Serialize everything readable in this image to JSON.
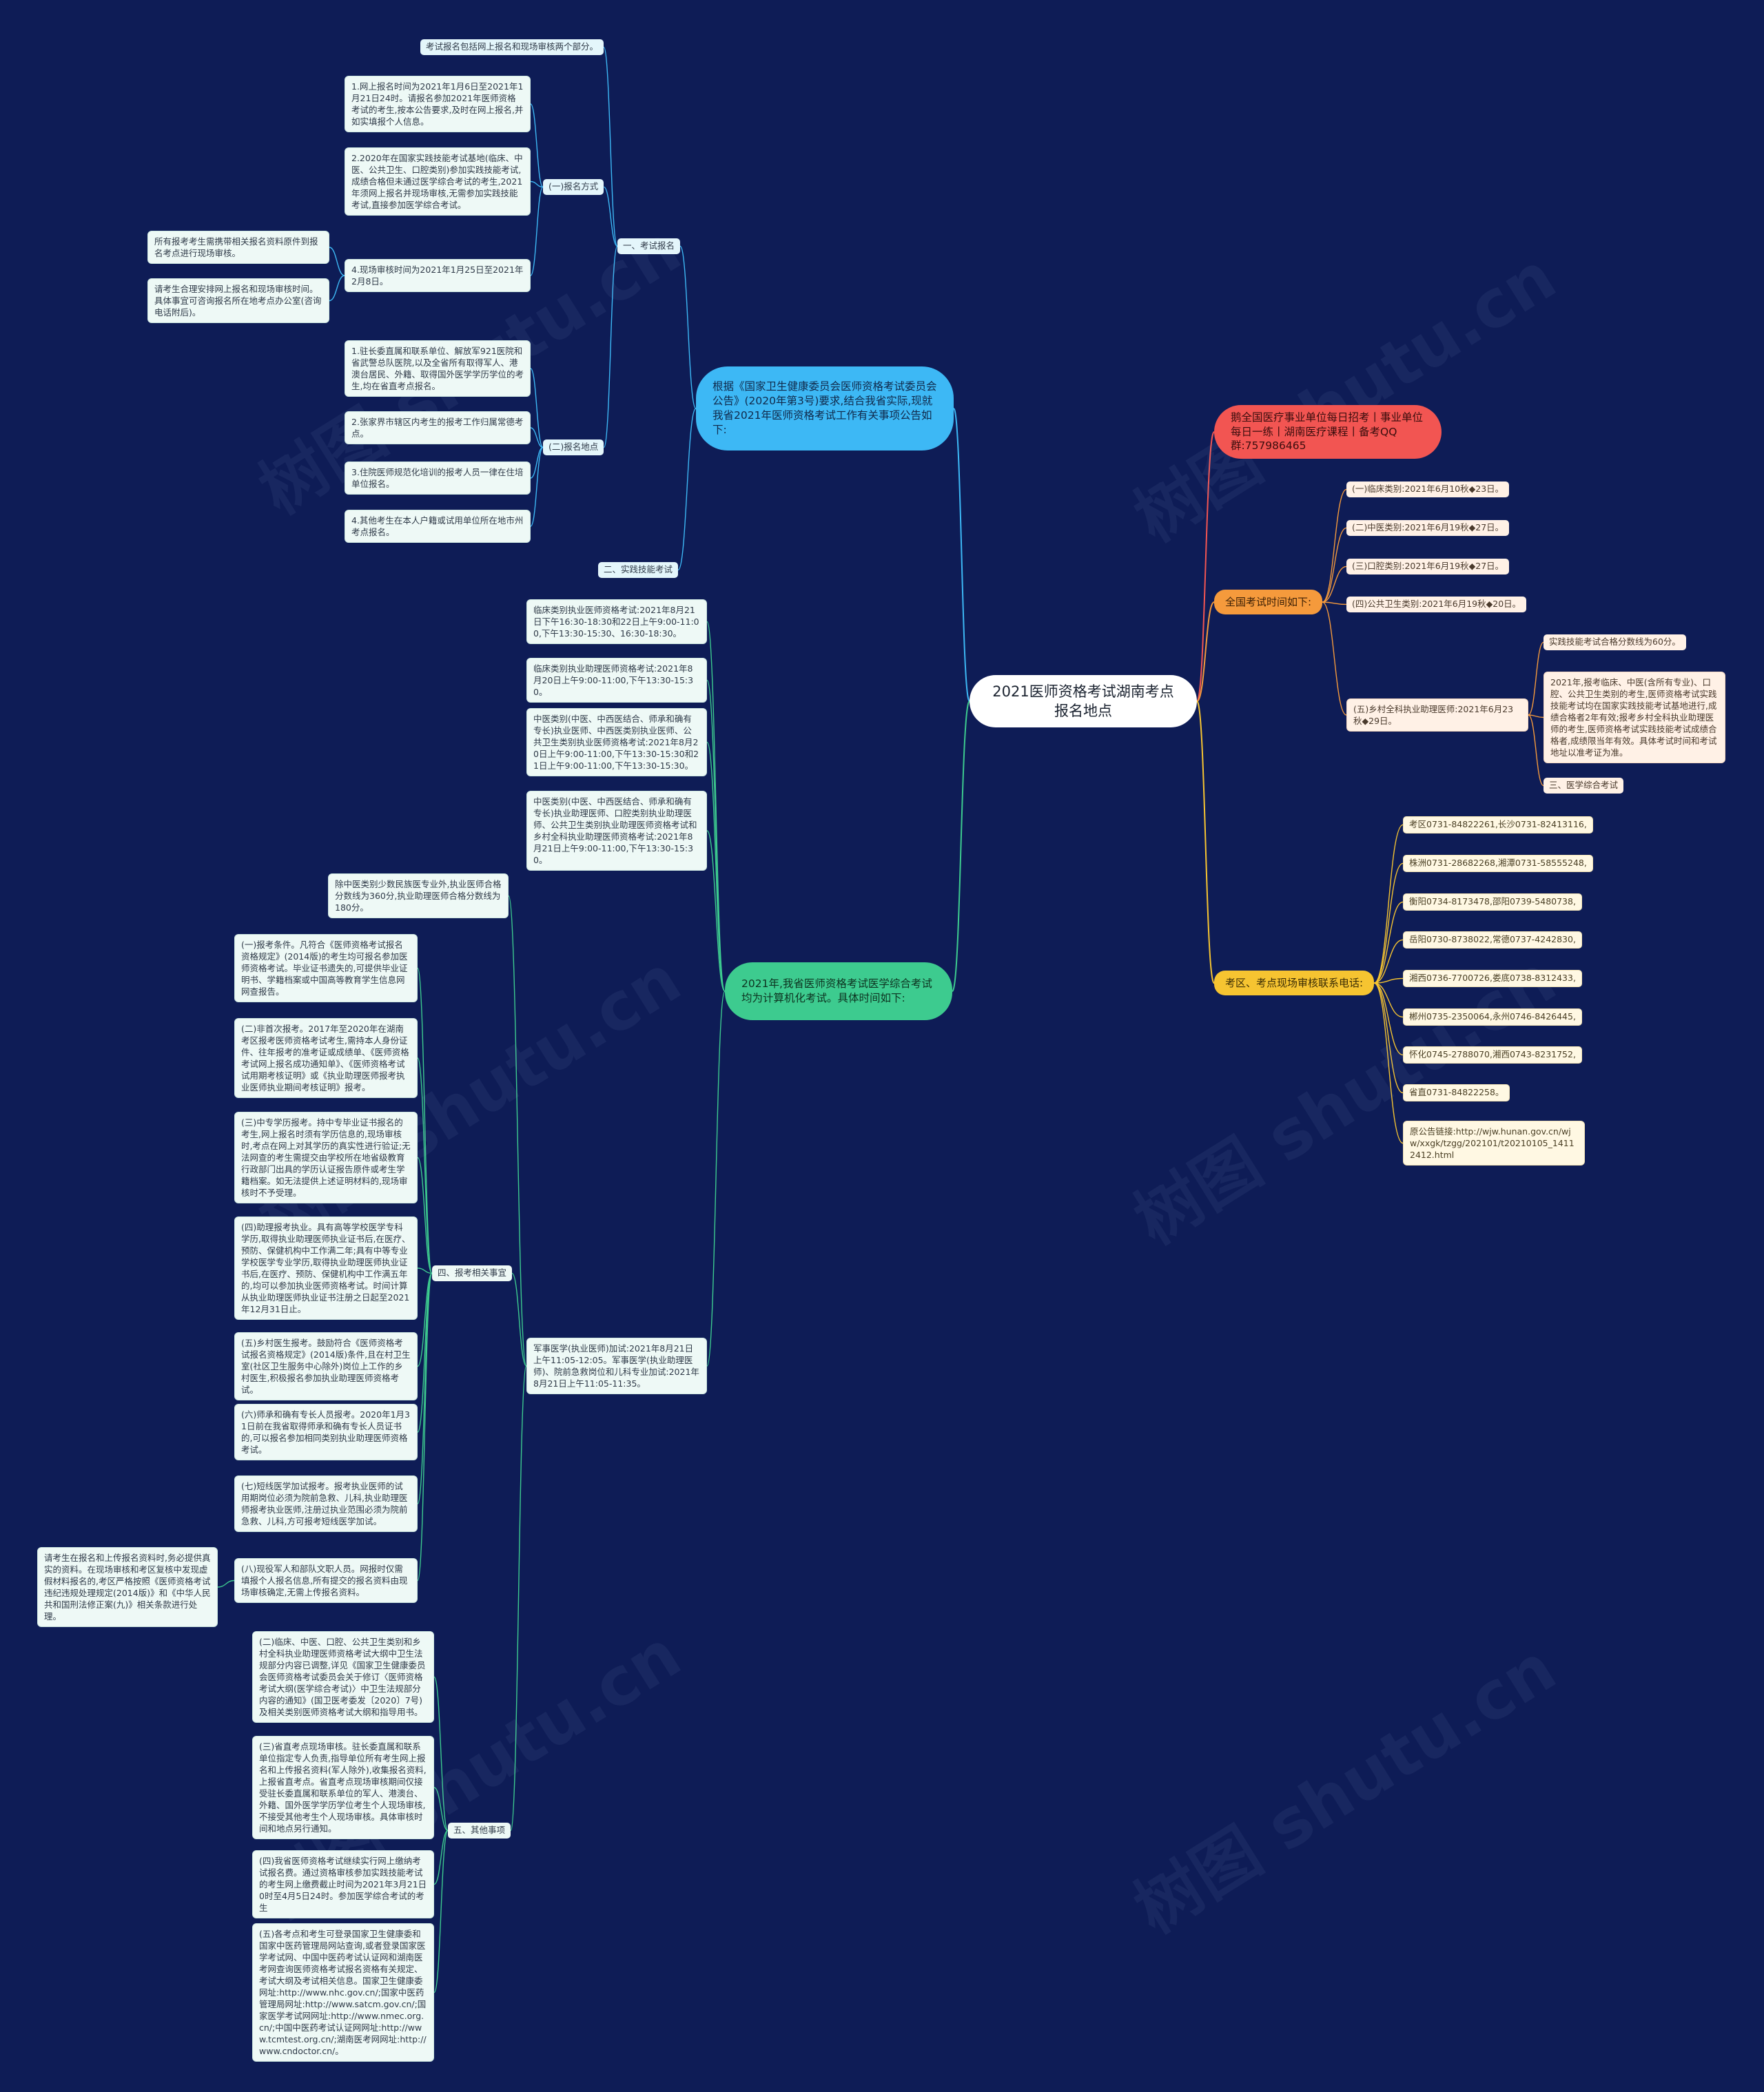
{
  "watermark": "树图 shutu.cn",
  "colors": {
    "background": "#0e1c56",
    "branch_blue": "#3db8f5",
    "branch_green": "#3dcb8f",
    "branch_red": "#f25552",
    "branch_orange": "#f59a3c",
    "branch_yellow": "#f6c431"
  },
  "root": "2021医师资格考试湖南考点报名地点",
  "blue": {
    "topic": "根据《国家卫生健康委员会医师资格考试委员会公告》(2020年第3号)要求,结合我省实际,现就我省2021年医师资格考试工作有关事项公告如下:",
    "sec1": "一、考试报名",
    "sec1_intro": "考试报名包括网上报名和现场审核两个部分。",
    "way": "(一)报名方式",
    "way_items": [
      "1.网上报名时间为2021年1月6日至2021年1月21日24时。请报名参加2021年医师资格考试的考生,按本公告要求,及时在网上报名,并如实填报个人信息。",
      "2.2020年在国家实践技能考试基地(临床、中医、公共卫生、口腔类别)参加实践技能考试,成绩合格但未通过医学综合考试的考生,2021年须网上报名并现场审核,无需参加实践技能考试,直接参加医学综合考试。",
      "4.现场审核时间为2021年1月25日至2021年2月8日。"
    ],
    "way_sub": [
      "所有报考考生需携带相关报名资料原件到报名考点进行现场审核。",
      "请考生合理安排网上报名和现场审核时间。具体事宜可咨询报名所在地考点办公室(咨询电话附后)。"
    ],
    "place": "(二)报名地点",
    "place_items": [
      "1.驻长委直属和联系单位、解放军921医院和省武警总队医院,以及全省所有取得军人、港澳台居民、外籍、取得国外医学学历学位的考生,均在省直考点报名。",
      "2.张家界市辖区内考生的报考工作归属常德考点。",
      "3.住院医师规范化培训的报考人员一律在住培单位报名。",
      "4.其他考生在本人户籍或试用单位所在地市州考点报名。"
    ],
    "sec2": "二、实践技能考试"
  },
  "green": {
    "topic": "2021年,我省医师资格考试医学综合考试均为计算机化考试。具体时间如下:",
    "times": [
      "临床类别执业医师资格考试:2021年8月21日下午16:30-18:30和22日上午9:00-11:00,下午13:30-15:30、16:30-18:30。",
      "临床类别执业助理医师资格考试:2021年8月20日上午9:00-11:00,下午13:30-15:30。",
      "中医类别(中医、中西医结合、师承和确有专长)执业医师、中西医类别执业医师、公共卫生类别执业医师资格考试:2021年8月20日上午9:00-11:00,下午13:30-15:30和21日上午9:00-11:00,下午13:30-15:30。",
      "中医类别(中医、中西医结合、师承和确有专长)执业助理医师、口腔类别执业助理医师、公共卫生类别执业助理医师资格考试和乡村全科执业助理医师资格考试:2021年8月21日上午9:00-11:00,下午13:30-15:30。",
      "军事医学(执业医师)加试:2021年8月21日上午11:05-12:05。军事医学(执业助理医师)、院前急救岗位和儿科专业加试:2021年8月21日上午11:05-11:35。"
    ],
    "score_note": "除中医类别少数民族医专业外,执业医师合格分数线为360分,执业助理医师合格分数线为180分。",
    "sec4": "四、报考相关事宜",
    "sec4_items": [
      "(一)报考条件。凡符合《医师资格考试报名资格规定》(2014版)的考生均可报名参加医师资格考试。毕业证书遗失的,可提供毕业证明书、学籍档案或中国高等教育学生信息网网查报告。",
      "(二)非首次报考。2017年至2020年在湖南考区报考医师资格考试考生,需持本人身份证件、往年报考的准考证或成绩单、《医师资格考试网上报名成功通知单》、《医师资格考试试用期考核证明》或《执业助理医师报考执业医师执业期间考核证明》报考。",
      "(三)中专学历报考。持中专毕业证书报名的考生,网上报名时须有学历信息的,现场审核时,考点在网上对其学历的真实性进行验证;无法网查的考生需提交由学校所在地省级教育行政部门出具的学历认证报告原件或考生学籍档案。如无法提供上述证明材料的,现场审核时不予受理。",
      "(四)助理报考执业。具有高等学校医学专科学历,取得执业助理医师执业证书后,在医疗、预防、保健机构中工作满二年;具有中等专业学校医学专业学历,取得执业助理医师执业证书后,在医疗、预防、保健机构中工作满五年的,均可以参加执业医师资格考试。时间计算从执业助理医师执业证书注册之日起至2021年12月31日止。",
      "(五)乡村医生报考。鼓励符合《医师资格考试报名资格规定》(2014版)条件,且在村卫生室(社区卫生服务中心除外)岗位上工作的乡村医生,积极报名参加执业助理医师资格考试。",
      "(六)师承和确有专长人员报考。2020年1月31日前在我省取得师承和确有专长人员证书的,可以报名参加相同类别执业助理医师资格考试。",
      "(七)短线医学加试报考。报考执业医师的试用期岗位必须为院前急救、儿科,执业助理医师报考执业医师,注册过执业范围必须为院前急救、儿科,方可报考短线医学加试。",
      "(八)现役军人和部队文职人员。网报时仅需填报个人报名信息,所有提交的报名资料由现场审核确定,无需上传报名资料。"
    ],
    "sec4_note": "请考生在报名和上传报名资料时,务必提供真实的资料。在现场审核和考区复核中发现虚假材料报名的,考区严格按照《医师资格考试违纪违规处理规定(2014版)》和《中华人民共和国刑法修正案(九)》相关条款进行处理。",
    "sec5": "五、其他事项",
    "sec5_items": [
      "(二)临床、中医、口腔、公共卫生类别和乡村全科执业助理医师资格考试大纲中卫生法规部分内容已调整,详见《国家卫生健康委员会医师资格考试委员会关于修订〈医师资格考试大纲(医学综合考试)〉中卫生法规部分内容的通知》(国卫医考委发〔2020〕7号)及相关类别医师资格考试大纲和指导用书。",
      "(三)省直考点现场审核。驻长委直属和联系单位指定专人负责,指导单位所有考生网上报名和上传报名资料(军人除外),收集报名资料,上报省直考点。省直考点现场审核期间仅接受驻长委直属和联系单位的军人、港澳台、外籍、国外医学学历学位考生个人现场审核,不接受其他考生个人现场审核。具体审核时间和地点另行通知。",
      "(四)我省医师资格考试继续实行网上缴纳考试报名费。通过资格审核参加实践技能考试的考生网上缴费截止时间为2021年3月21日0时至4月5日24时。参加医学综合考试的考生",
      "(五)各考点和考生可登录国家卫生健康委和国家中医药管理局网站查询,或者登录国家医学考试网、中国中医药考试认证网和湖南医考网查询医师资格考试报名资格有关规定、考试大纲及考试相关信息。国家卫生健康委网址:http://www.nhc.gov.cn/;国家中医药管理局网址:http://www.satcm.gov.cn/;国家医学考试网网址:http://www.nmec.org.cn/;中国中医药考试认证网网址:http://www.tcmtest.org.cn/;湖南医考网网址:http://www.cndoctor.cn/。"
    ]
  },
  "red": {
    "topic": "鹅全国医疗事业单位每日招考丨事业单位每日一练丨湖南医疗课程丨备考QQ群:757986465"
  },
  "orange": {
    "topic": "全国考试时间如下:",
    "items": [
      "(一)临床类别:2021年6月10秋◆23日。",
      "(二)中医类别:2021年6月19秋◆27日。",
      "(三)口腔类别:2021年6月19秋◆27日。",
      "(四)公共卫生类别:2021年6月19秋◆20日。",
      "(五)乡村全科执业助理医师:2021年6月23秋◆29日。"
    ],
    "sub": [
      "实践技能考试合格分数线为60分。",
      "2021年,报考临床、中医(含所有专业)、口腔、公共卫生类别的考生,医师资格考试实践技能考试均在国家实践技能考试基地进行,成绩合格者2年有效;报考乡村全科执业助理医师的考生,医师资格考试实践技能考试成绩合格者,成绩限当年有效。具体考试时间和考试地址以准考证为准。",
      "三、医学综合考试"
    ]
  },
  "yellow": {
    "topic": "考区、考点现场审核联系电话:",
    "items": [
      "考区0731-84822261,长沙0731-82413116,",
      "株洲0731-28682268,湘潭0731-58555248,",
      "衡阳0734-8173478,邵阳0739-5480738,",
      "岳阳0730-8738022,常德0737-4242830,",
      "湘西0736-7700726,娄底0738-8312433,",
      "郴州0735-2350064,永州0746-8426445,",
      "怀化0745-2788070,湘西0743-8231752,",
      "省直0731-84822258。",
      "原公告链接:http://wjw.hunan.gov.cn/wjw/xxgk/tzgg/202101/t20210105_14112412.html"
    ]
  }
}
